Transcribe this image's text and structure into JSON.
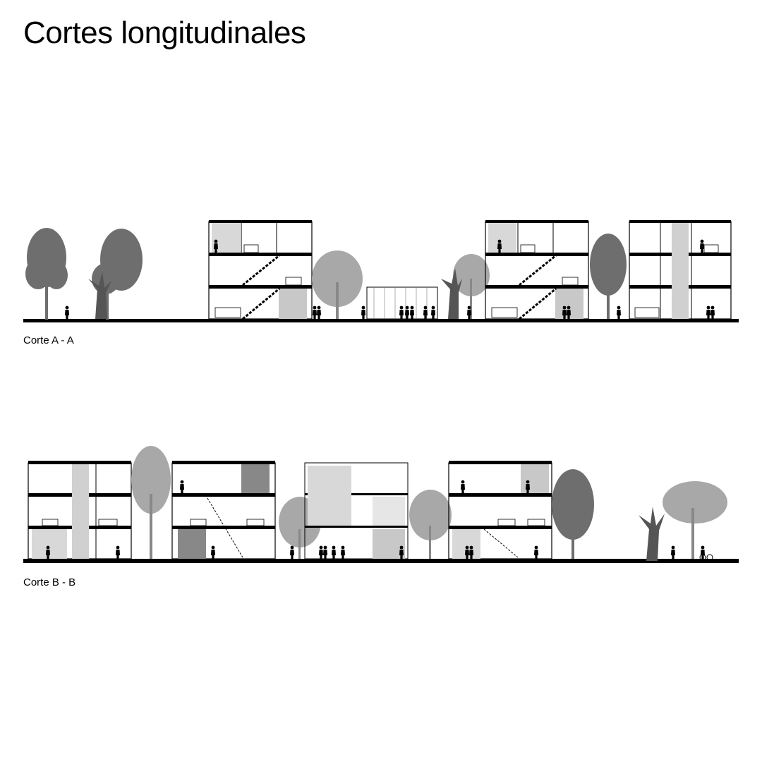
{
  "title": "Cortes longitudinales",
  "sections": [
    {
      "caption": "Corte A - A"
    },
    {
      "caption": "Corte B - B"
    }
  ],
  "colors": {
    "ink": "#000000",
    "tree_dark": "#6e6e6e",
    "tree_light": "#a8a8a8",
    "fill_gray": "#c8c8c8",
    "background": "#ffffff"
  }
}
